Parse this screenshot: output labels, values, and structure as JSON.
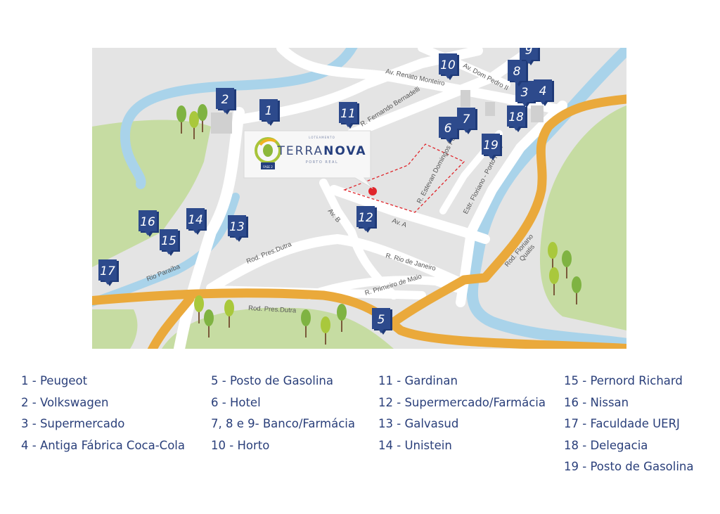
{
  "colors": {
    "background": "#e4e4e4",
    "road": "#ffffff",
    "river": "#a9d3ea",
    "highway": "#eaa93b",
    "green": "#c6dca2",
    "marker": "#2d4a8c",
    "legend_text": "#2a3f7a",
    "boundary": "#e0252b"
  },
  "logo": {
    "top_text": "LOTEAMENTO",
    "name_light": "TERRA",
    "name_bold": "NOVA",
    "subtitle": "PORTO REAL",
    "badge": "FASE 2",
    "icon": "leaf-badge-icon"
  },
  "streets": {
    "renato_monteiro": "Av. Renato Monteiro",
    "dom_pedro": "Av. Dom Pedro II",
    "fernando": "R. Fernando Bernadelli",
    "estevan": "R. Estevan Domingos Pederassi",
    "floriano": "Estr. Floriano - Porto Real",
    "av_b": "Av. B",
    "av_a": "Av. A",
    "pres_dutra_1": "Rod. Pres.Dutra",
    "rio_janeiro": "R. Rio de Janeiro",
    "rio_paraiba": "Rio Paraíba",
    "primeiro_maio": "R. Primeiro de Maio",
    "pres_dutra_2": "Rod. Pres.Dutra",
    "floriano_quatis_1": "Rod. Floriano",
    "floriano_quatis_2": "Quatis"
  },
  "markers": [
    "1",
    "2",
    "3",
    "4",
    "5",
    "6",
    "7",
    "8",
    "9",
    "10",
    "11",
    "12",
    "13",
    "14",
    "15",
    "16",
    "17",
    "18",
    "19"
  ],
  "legend": [
    [
      "1 - Peugeot",
      "2 - Volkswagen",
      "3 - Supermercado",
      "4 - Antiga Fábrica Coca-Cola"
    ],
    [
      "5 - Posto de Gasolina",
      "6 - Hotel",
      "7, 8 e 9- Banco/Farmácia",
      "10 - Horto"
    ],
    [
      "11 - Gardinan",
      "12 - Supermercado/Farmácia",
      "13 - Galvasud",
      "14 - Unistein"
    ],
    [
      "15 - Pernord Richard",
      "16 - Nissan",
      "17 - Faculdade UERJ",
      "18 - Delegacia",
      "19 - Posto de Gasolina"
    ]
  ]
}
